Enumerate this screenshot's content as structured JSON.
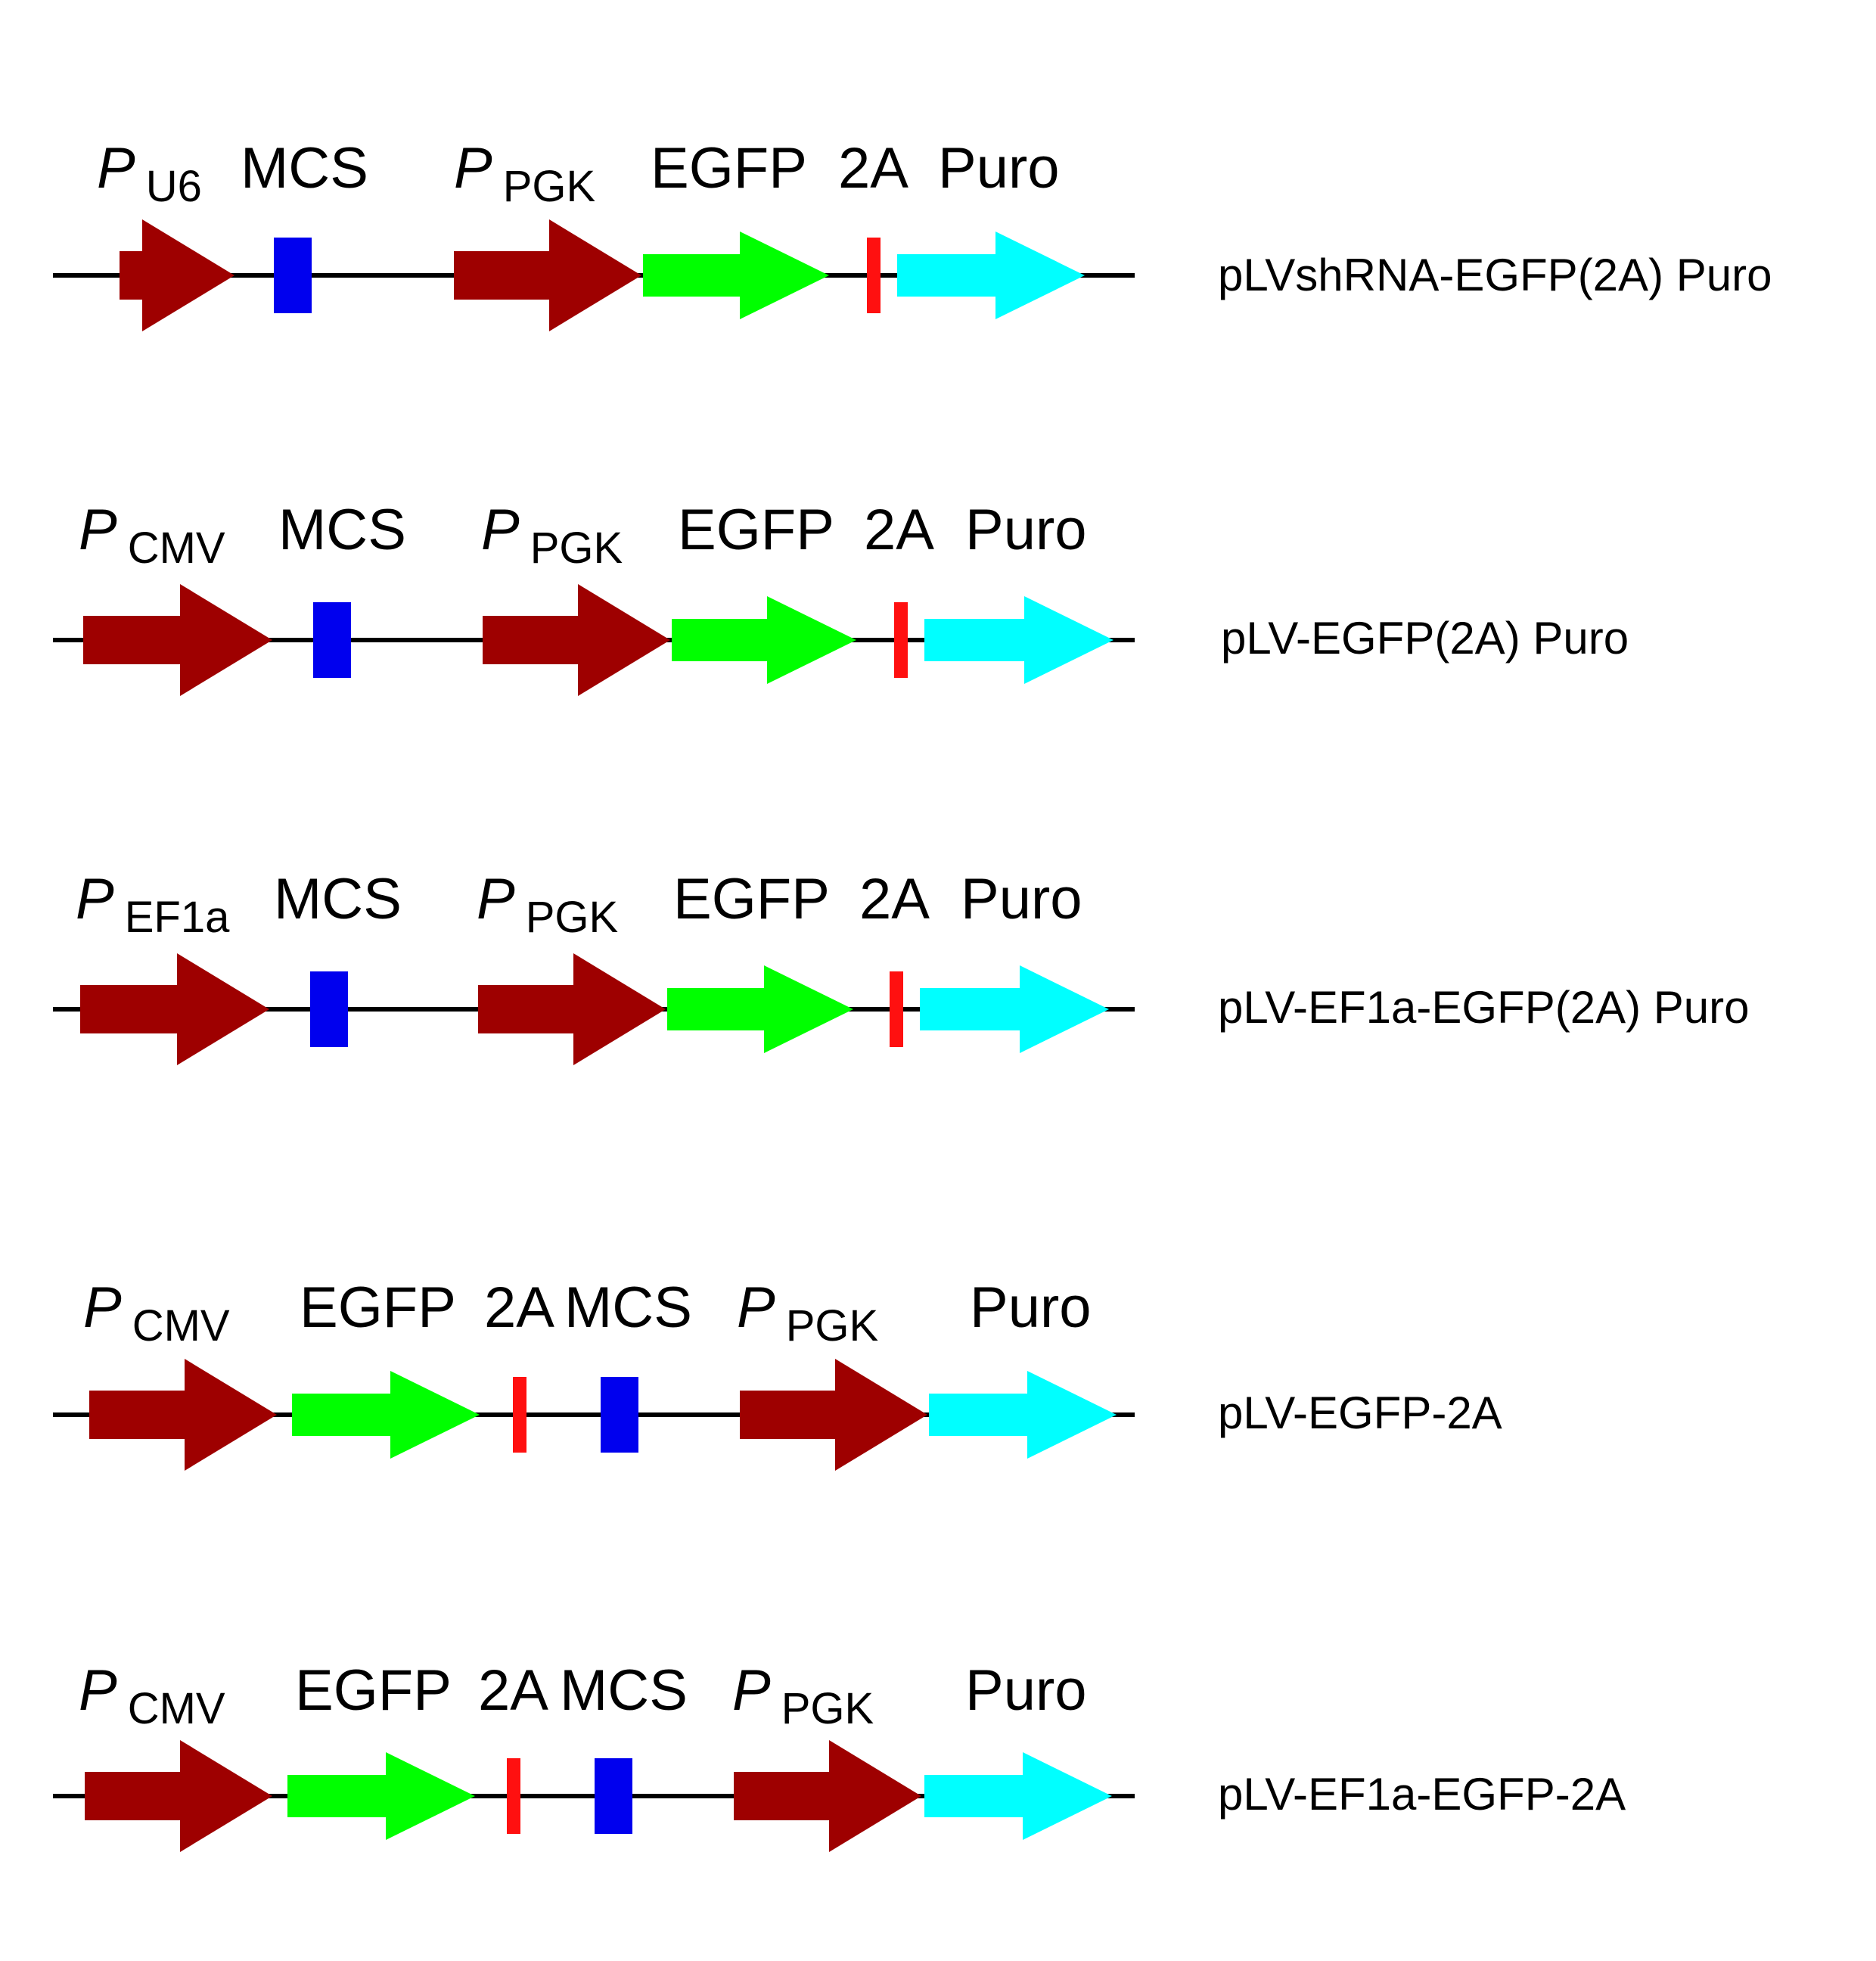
{
  "colors": {
    "promoter": "#9e0000",
    "egfp": "#00ff00",
    "puro": "#00ffff",
    "mcs": "#0000ee",
    "twoA": "#ff1010",
    "backbone": "#000000"
  },
  "constructs": [
    {
      "name": "pLVshRNA-EGFP(2A) Puro",
      "labels": [
        {
          "prefix": "P",
          "sub": "U6"
        },
        {
          "text": "MCS"
        },
        {
          "prefix": "P",
          "sub": "PGK"
        },
        {
          "text": "EGFP"
        },
        {
          "text": "2A"
        },
        {
          "text": "Puro"
        }
      ],
      "features": [
        "promoter",
        "mcs",
        "promoter",
        "egfp",
        "2A",
        "puro"
      ]
    },
    {
      "name": "pLV-EGFP(2A) Puro",
      "labels": [
        {
          "prefix": "P",
          "sub": "CMV"
        },
        {
          "text": "MCS"
        },
        {
          "prefix": "P",
          "sub": "PGK"
        },
        {
          "text": "EGFP"
        },
        {
          "text": "2A"
        },
        {
          "text": "Puro"
        }
      ],
      "features": [
        "promoter",
        "mcs",
        "promoter",
        "egfp",
        "2A",
        "puro"
      ]
    },
    {
      "name": "pLV-EF1a-EGFP(2A) Puro",
      "labels": [
        {
          "prefix": "P",
          "sub": "EF1a"
        },
        {
          "text": "MCS"
        },
        {
          "prefix": "P",
          "sub": "PGK"
        },
        {
          "text": "EGFP"
        },
        {
          "text": "2A"
        },
        {
          "text": "Puro"
        }
      ],
      "features": [
        "promoter",
        "mcs",
        "promoter",
        "egfp",
        "2A",
        "puro"
      ]
    },
    {
      "name": "pLV-EGFP-2A",
      "labels": [
        {
          "prefix": "P",
          "sub": "CMV"
        },
        {
          "text": "EGFP"
        },
        {
          "text": "2A"
        },
        {
          "text": "MCS"
        },
        {
          "prefix": "P",
          "sub": "PGK"
        },
        {
          "text": "Puro"
        }
      ],
      "features": [
        "promoter",
        "egfp",
        "2A",
        "mcs",
        "promoter",
        "puro"
      ]
    },
    {
      "name": "pLV-EF1a-EGFP-2A",
      "labels": [
        {
          "prefix": "P",
          "sub": "CMV"
        },
        {
          "text": "EGFP"
        },
        {
          "text": "2A"
        },
        {
          "text": "MCS"
        },
        {
          "prefix": "P",
          "sub": "PGK"
        },
        {
          "text": "Puro"
        }
      ],
      "features": [
        "promoter",
        "egfp",
        "2A",
        "mcs",
        "promoter",
        "puro"
      ]
    }
  ]
}
